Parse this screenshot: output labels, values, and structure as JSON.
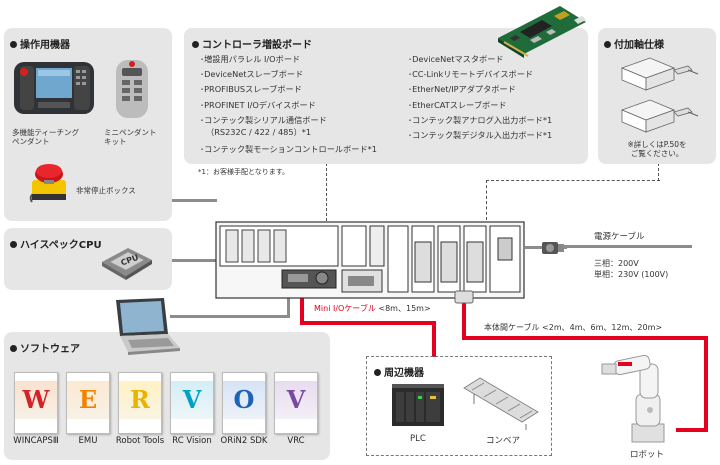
{
  "operation_panel": {
    "title": "操作用機器",
    "teaching_pendant": [
      "多機能ティーチング",
      "ペンダント"
    ],
    "mini_pendant": [
      "ミニペンダント",
      "キット"
    ],
    "emergency_box": "非常停止ボックス"
  },
  "cpu_panel": {
    "title": "ハイスペックCPU",
    "chip_text": "CPU"
  },
  "software_panel": {
    "title": "ソフトウェア",
    "items": [
      {
        "name": "WINCAPSⅢ",
        "letter": "W",
        "color": "#d2232a"
      },
      {
        "name": "EMU",
        "letter": "E",
        "color": "#f08300"
      },
      {
        "name": "Robot Tools",
        "letter": "R",
        "color": "#e9b300"
      },
      {
        "name": "RC Vision",
        "letter": "V",
        "color": "#00a0c6"
      },
      {
        "name": "ORiN2 SDK",
        "letter": "O",
        "color": "#1d63b6"
      },
      {
        "name": "VRC",
        "letter": "V",
        "color": "#7a4aa0"
      }
    ]
  },
  "expansion_panel": {
    "title": "コントローラ増設ボード",
    "left_items": [
      "･増設用パラレル I/Oボード",
      "･DeviceNetスレーブボード",
      "･PROFIBUSスレーブボード",
      "･PROFINET I/Oデバイスボード",
      "･コンテック製シリアル通信ボード",
      "（RS232C / 422 / 485）*1",
      "･コンテック製モーションコントロールボード*1"
    ],
    "right_items": [
      "･DeviceNetマスタボード",
      "･CC-Linkリモートデバイスボード",
      "･EtherNet/IPアダプタボード",
      "･EtherCATスレーブボード",
      "･コンテック製アナログ入出力ボード*1",
      "･コンテック製デジタル入出力ボード*1"
    ],
    "footnote": "*1：お客様手配となります。"
  },
  "axis_panel": {
    "title": "付加軸仕様",
    "note": [
      "※詳しくはP.50を",
      "ご覧ください。"
    ]
  },
  "power": {
    "title": "電源ケーブル",
    "three_phase": "三相：200V",
    "single_phase": "単相：230V (100V)"
  },
  "cables": {
    "mini_io": "Mini I/Oケーブル",
    "mini_io_lengths": "<8m、15m>",
    "body": "本体間ケーブル <2m、4m、6m、12m、20m>"
  },
  "peripheral_panel": {
    "title": "周辺機器",
    "plc": "PLC",
    "conveyor": "コンベア"
  },
  "robot": {
    "label": "ロボット"
  }
}
